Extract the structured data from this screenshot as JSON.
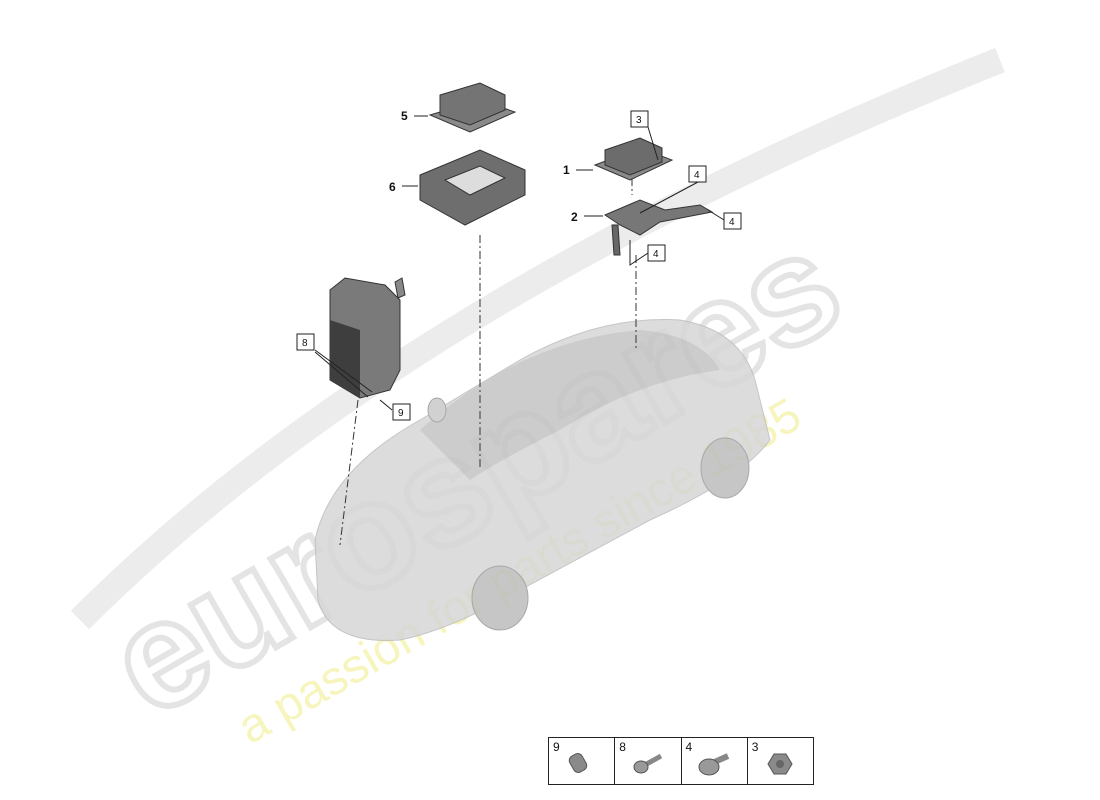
{
  "watermark": {
    "brand": "eurospares",
    "tagline": "a passion for parts since 1985"
  },
  "callouts": {
    "part1": "1",
    "part2": "2",
    "part5": "5",
    "part6": "6",
    "box3": "3",
    "box4a": "4",
    "box4b": "4",
    "box4c": "4",
    "box8": "8",
    "box9": "9"
  },
  "legend": [
    {
      "number": "9",
      "icon": "sleeve-nut-icon"
    },
    {
      "number": "8",
      "icon": "bolt-icon"
    },
    {
      "number": "4",
      "icon": "flange-bolt-icon"
    },
    {
      "number": "3",
      "icon": "hex-nut-icon"
    }
  ],
  "colors": {
    "part": "#6e6e6e",
    "car": "#d2d2d2",
    "watermark_text": "#f3f2a8"
  }
}
